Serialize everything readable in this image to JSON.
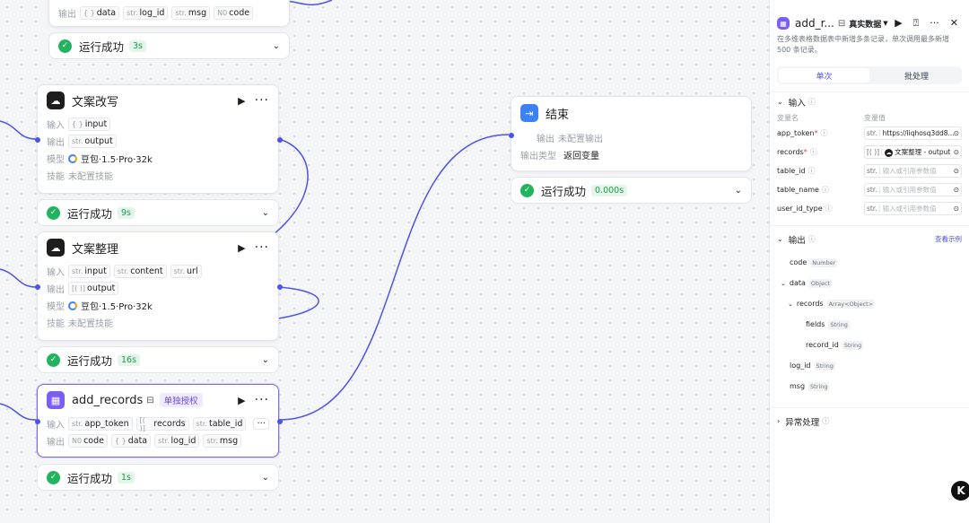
{
  "top_node": {
    "out_label": "输出",
    "outputs": [
      {
        "t": "{ }",
        "name": "data"
      },
      {
        "t": "str.",
        "name": "log_id"
      },
      {
        "t": "str.",
        "name": "msg"
      },
      {
        "t": "N0",
        "name": "code"
      }
    ],
    "status": "运行成功",
    "time": "3s"
  },
  "node_rewrite": {
    "title": "文案改写",
    "in_label": "输入",
    "out_label": "输出",
    "model_label": "模型",
    "skill_label": "技能",
    "inputs": [
      {
        "t": "{ }",
        "name": "input"
      }
    ],
    "outputs": [
      {
        "t": "str.",
        "name": "output"
      }
    ],
    "model": "豆包·1.5·Pro·32k",
    "skill": "未配置技能",
    "status": "运行成功",
    "time": "9s"
  },
  "node_organize": {
    "title": "文案整理",
    "in_label": "输入",
    "out_label": "输出",
    "model_label": "模型",
    "skill_label": "技能",
    "inputs": [
      {
        "t": "str.",
        "name": "input"
      },
      {
        "t": "str.",
        "name": "content"
      },
      {
        "t": "str.",
        "name": "url"
      }
    ],
    "outputs": [
      {
        "t": "[( )]",
        "name": "output"
      }
    ],
    "model": "豆包·1.5·Pro·32k",
    "skill": "未配置技能",
    "status": "运行成功",
    "time": "16s"
  },
  "node_add_records": {
    "title": "add_records",
    "badge": "单独授权",
    "in_label": "输入",
    "out_label": "输出",
    "inputs": [
      {
        "t": "str.",
        "name": "app_token"
      },
      {
        "t": "[( )]",
        "name": "records"
      },
      {
        "t": "str.",
        "name": "table_id"
      }
    ],
    "outputs": [
      {
        "t": "N0",
        "name": "code"
      },
      {
        "t": "{ }",
        "name": "data"
      },
      {
        "t": "str.",
        "name": "log_id"
      },
      {
        "t": "str.",
        "name": "msg"
      }
    ],
    "status": "运行成功",
    "time": "1s"
  },
  "node_end": {
    "title": "结束",
    "out_label": "输出",
    "out_value": "未配置输出",
    "out_type_label": "输出类型",
    "out_type_value": "返回变量",
    "status": "运行成功",
    "time": "0.000s"
  },
  "panel": {
    "title": "add_r...",
    "mode": "真实数据",
    "description": "在多维表格数据表中新增多条记录，单次调用最多新增 500 条记录。",
    "tabs": [
      "单次",
      "批处理"
    ],
    "input_section": "输入",
    "col_name": "变量名",
    "col_value": "变量值",
    "params": [
      {
        "name": "app_token",
        "required": true,
        "type": "str.",
        "value": "https://liqhosq3dd8...",
        "placeholder": ""
      },
      {
        "name": "records",
        "required": true,
        "type": "[( )]",
        "value": "文案整理 - output",
        "placeholder": ""
      },
      {
        "name": "table_id",
        "required": false,
        "type": "str.",
        "value": "",
        "placeholder": "输入或引用参数值"
      },
      {
        "name": "table_name",
        "required": false,
        "type": "str.",
        "value": "",
        "placeholder": "输入或引用参数值"
      },
      {
        "name": "user_id_type",
        "required": false,
        "type": "str.",
        "value": "",
        "placeholder": "输入或引用参数值"
      }
    ],
    "output_section": "输出",
    "view_example": "查看示例",
    "outputs": [
      {
        "name": "code",
        "type": "Number"
      },
      {
        "name": "data",
        "type": "Object"
      },
      {
        "name": "records",
        "type": "Array<Object>"
      },
      {
        "name": "fields",
        "type": "String"
      },
      {
        "name": "record_id",
        "type": "String"
      },
      {
        "name": "log_id",
        "type": "String"
      },
      {
        "name": "msg",
        "type": "String"
      }
    ],
    "exception_section": "异常处理"
  },
  "colors": {
    "accent": "#4d53e8",
    "success": "#22b35e",
    "selected_border": "#7c6cf2"
  }
}
